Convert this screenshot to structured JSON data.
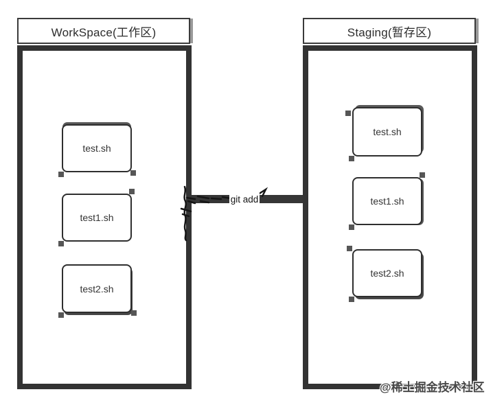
{
  "workspace": {
    "title": "WorkSpace(工作区)",
    "files": [
      "test.sh",
      "test1.sh",
      "test2.sh"
    ]
  },
  "staging": {
    "title": "Staging(暂存区)",
    "files": [
      "test.sh",
      "test1.sh",
      "test2.sh"
    ]
  },
  "connector": {
    "label": "git add"
  },
  "watermark": {
    "text": "@稀土掘金技术社区"
  },
  "colors": {
    "background": "#ffffff",
    "container_border": "#333333",
    "card_border": "#2e2e2e",
    "connector": "#363636",
    "header_shadow": "#9a9a9a",
    "scribble": "#151515"
  }
}
